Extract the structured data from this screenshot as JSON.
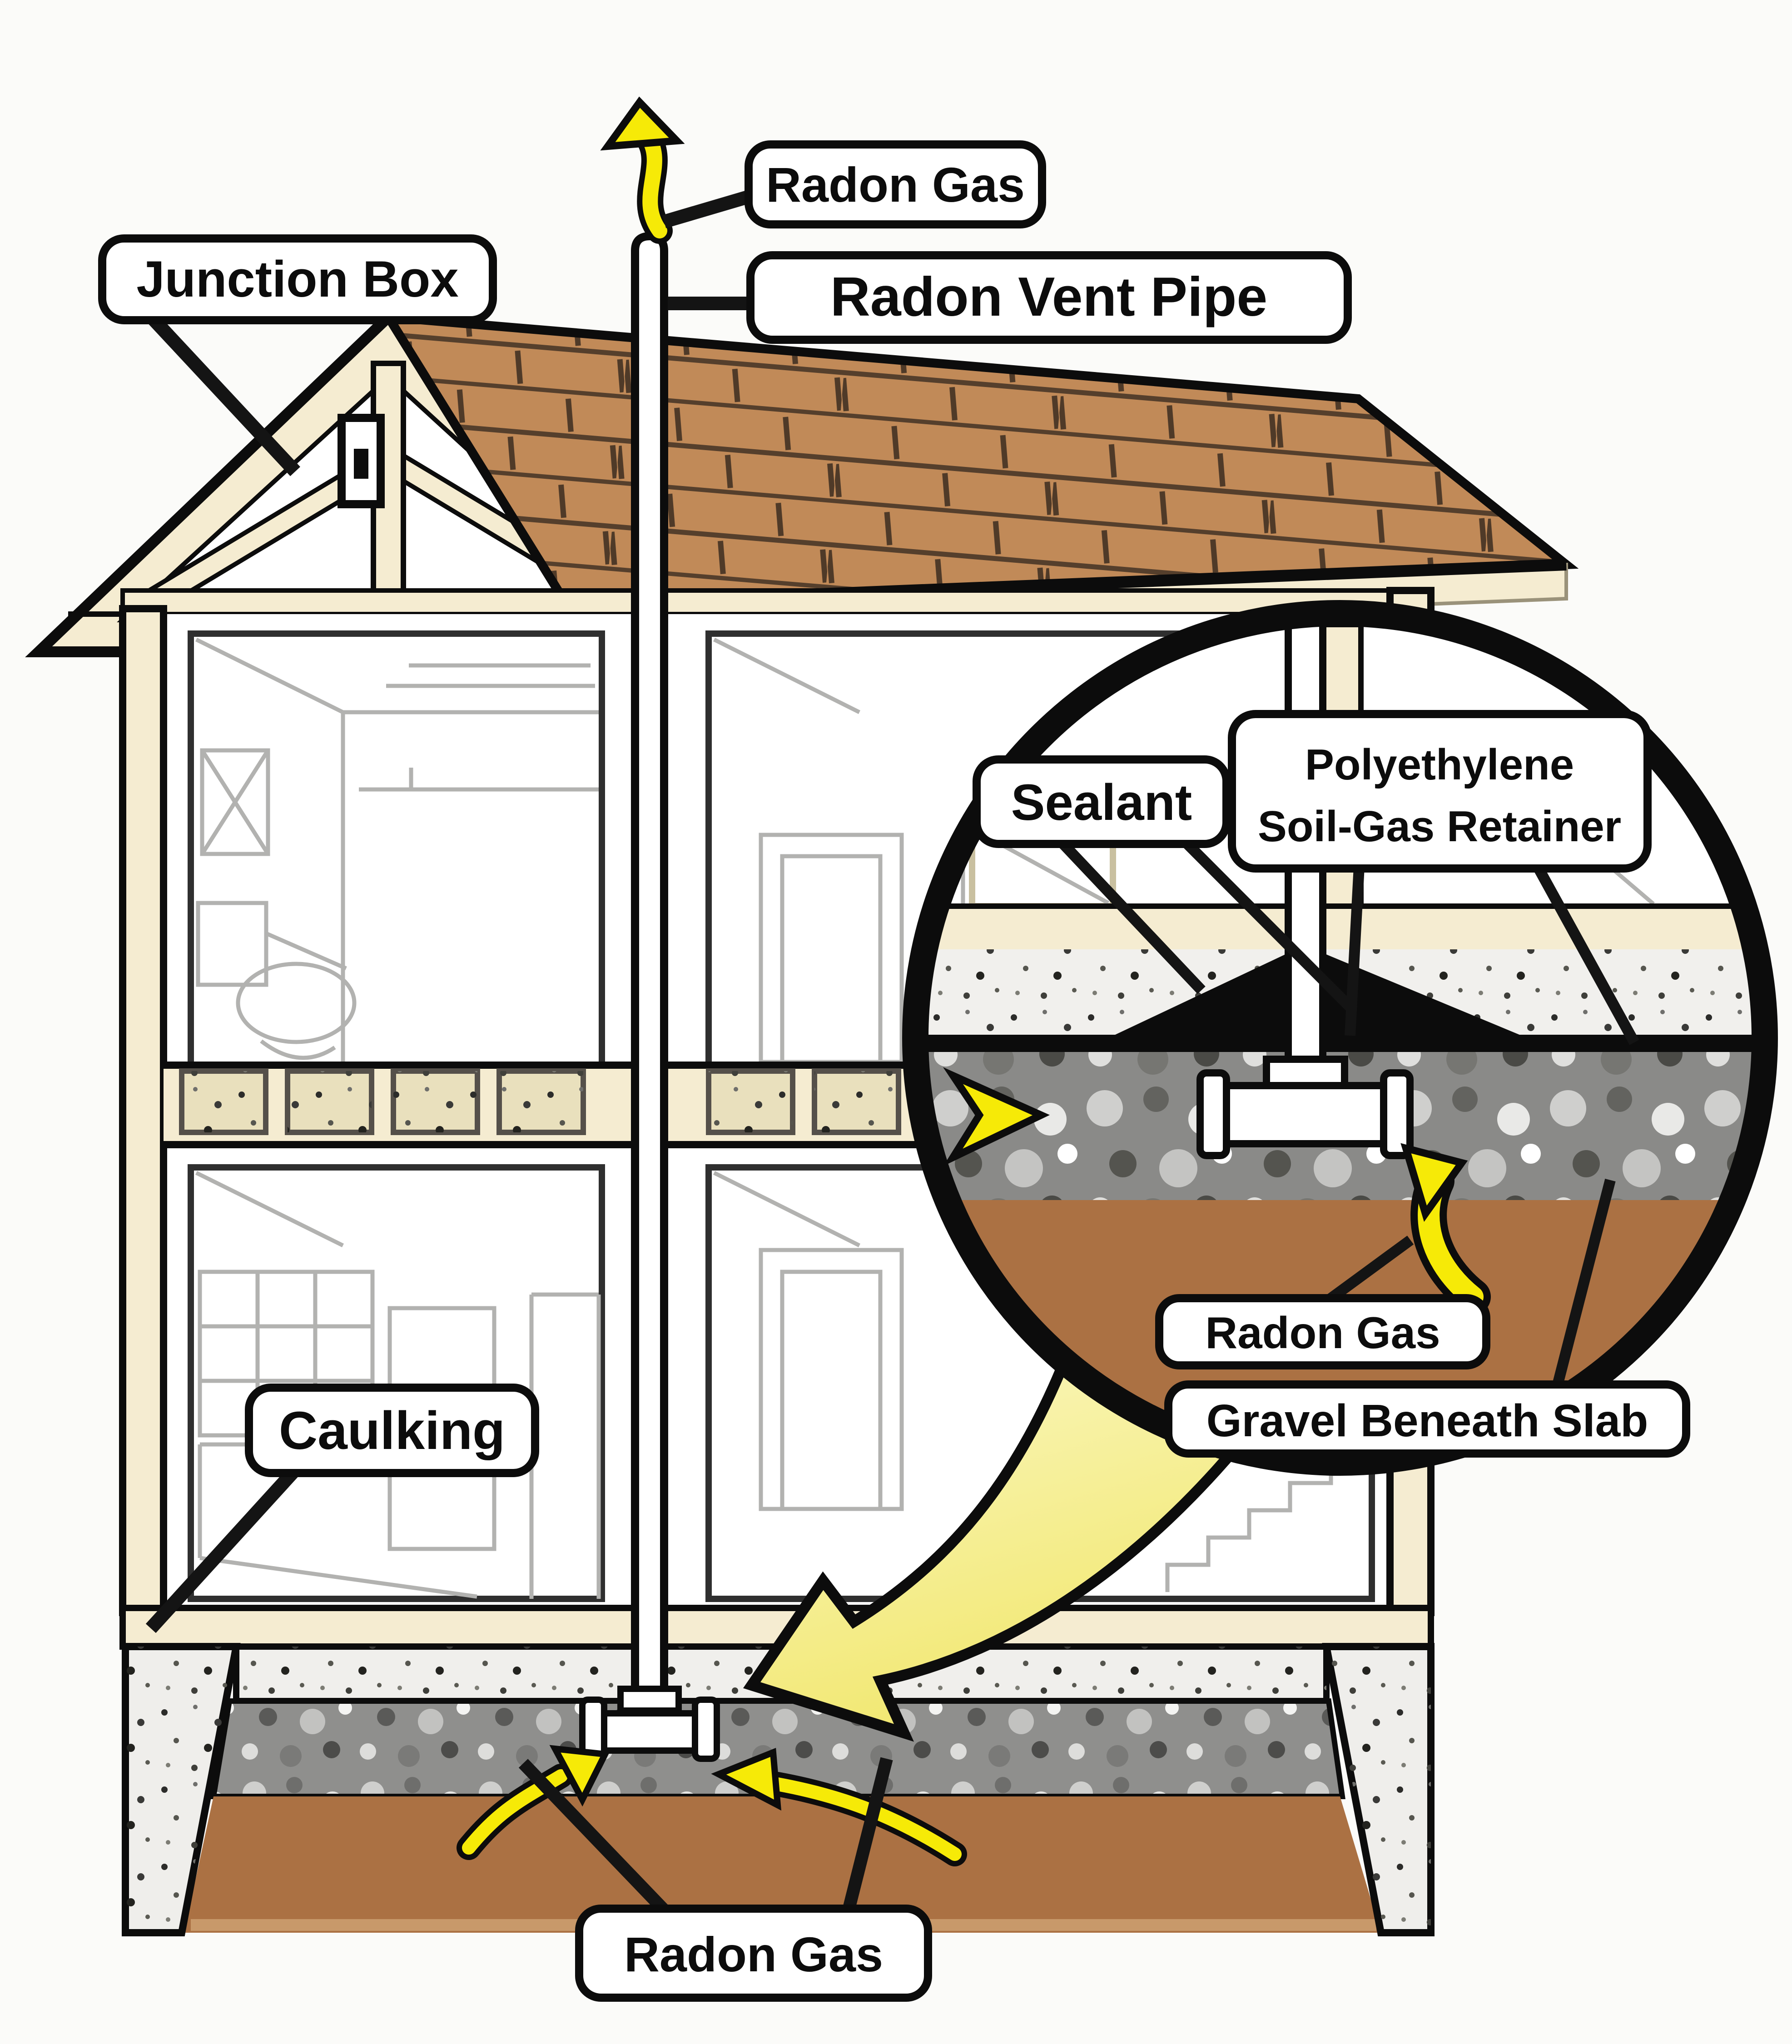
{
  "labels": {
    "junction_box": "Junction Box",
    "radon_gas_top": "Radon Gas",
    "radon_vent_pipe": "Radon Vent Pipe",
    "sealant": "Sealant",
    "poly_line1": "Polyethylene",
    "poly_line2": "Soil-Gas Retainer",
    "radon_gas_inset": "Radon Gas",
    "gravel_beneath_slab": "Gravel Beneath Slab",
    "caulking": "Caulking",
    "radon_gas_bottom": "Radon Gas"
  },
  "colors": {
    "cream": "#f5ecd1",
    "cream_line": "#b6ad8c",
    "roof_brown": "#c18a58",
    "roof_line": "#553f2c",
    "soil": "#ab7143",
    "soil_light": "#c8996a",
    "arrow_yellow": "#f6ea07",
    "callout_light": "#fbf8c4",
    "callout_dark": "#f1e76e",
    "gravel_bg": "#8f8f8d",
    "concrete": "#f0efec",
    "outline": "#0c0c0c"
  }
}
